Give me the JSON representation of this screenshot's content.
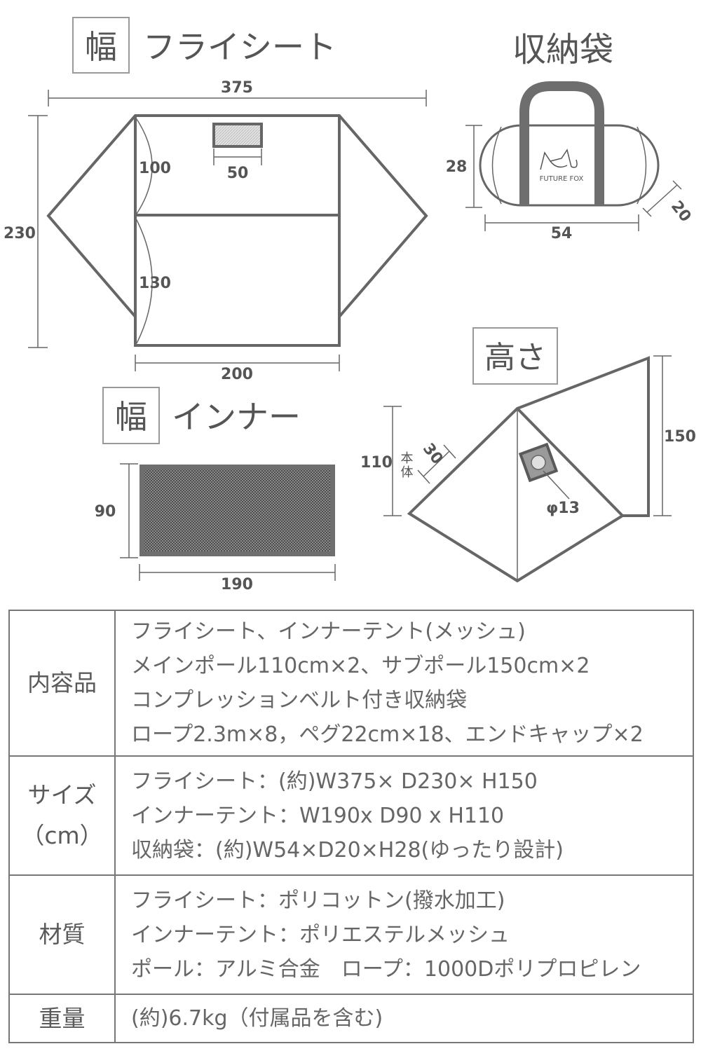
{
  "diagram": {
    "fly": {
      "tag": "幅",
      "title": "フライシート",
      "dims": {
        "total_width": "375",
        "depth": "230",
        "front_depth": "100",
        "back_depth": "130",
        "window": "50",
        "body_width": "200"
      }
    },
    "bag": {
      "title": "収納袋",
      "brand": "FUTURE FOX",
      "dims": {
        "height": "28",
        "width": "54",
        "depth": "20"
      }
    },
    "height": {
      "tag": "高さ",
      "dims": {
        "main": "110",
        "main_note": "本体",
        "slope": "30",
        "sub": "150",
        "vent": "φ13"
      }
    },
    "inner": {
      "tag": "幅",
      "title": "インナー",
      "dims": {
        "depth": "90",
        "width": "190"
      }
    },
    "colors": {
      "line": "#666666",
      "mesh": "#4a4a4a",
      "frame": "#6e6e6e"
    }
  },
  "spec": [
    {
      "label": [
        "内容品"
      ],
      "lines": [
        "フライシート、インナーテント(メッシュ)",
        "メインポール110cm×2、サブポール150cm×2",
        "コンプレッションベルト付き収納袋",
        "ロープ2.3m×8，ペグ22cm×18、エンドキャップ×2"
      ]
    },
    {
      "label": [
        "サイズ",
        "（cm）"
      ],
      "lines": [
        "フライシート：(約)W375× D230× H150",
        "インナーテント：W190x D90 x H110",
        "収納袋：(約)W54×D20×H28(ゆったり設計)"
      ]
    },
    {
      "label": [
        "材質"
      ],
      "lines": [
        "フライシート：ポリコットン(撥水加工)",
        "インナーテント：ポリエステルメッシュ",
        "ポール：アルミ合金　ロープ：1000Dポリプロピレン"
      ]
    },
    {
      "label": [
        "重量"
      ],
      "lines": [
        "(約)6.7kg（付属品を含む)"
      ]
    }
  ]
}
